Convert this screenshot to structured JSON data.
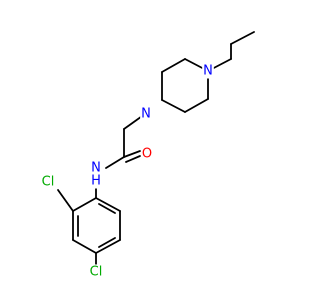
{
  "molecule": {
    "atoms": [
      {
        "id": "N4",
        "text": "N",
        "color": "#0000ff"
      },
      {
        "id": "N1",
        "text": "N",
        "color": "#0000ff"
      },
      {
        "id": "O",
        "text": "O",
        "color": "#ff0000"
      },
      {
        "id": "NH_N",
        "text": "N",
        "color": "#0000ff"
      },
      {
        "id": "NH_H",
        "text": "H",
        "color": "#0000ff"
      },
      {
        "id": "Cl2",
        "text": "Cl",
        "color": "#00aa00"
      },
      {
        "id": "Cl4",
        "text": "Cl",
        "color": "#00aa00"
      }
    ],
    "bond_color": "#000000"
  }
}
